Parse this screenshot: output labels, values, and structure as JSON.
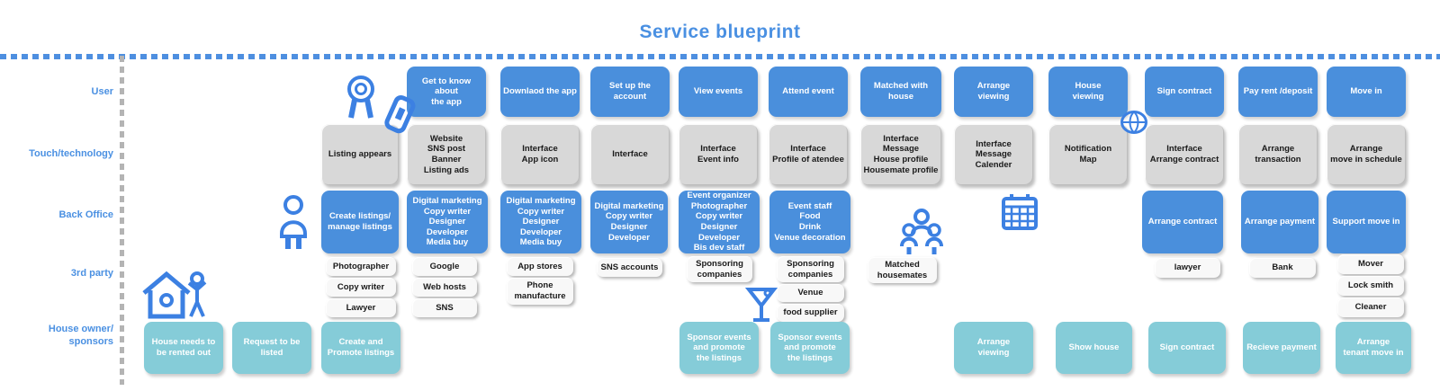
{
  "title": "Service blueprint",
  "lanes": {
    "user": "User",
    "touch": "Touch/technology",
    "back_office": "Back Office",
    "third_party": "3rd party",
    "house_owner": "House owner/\nsponsors"
  },
  "user_steps": {
    "get_to_know": "Get to know about\nthe app",
    "download": "Downlaod the app",
    "setup": "Set up the account",
    "view_events": "View events",
    "attend_event": "Attend event",
    "matched": "Matched with\nhouse",
    "arrange_viewing": "Arrange\nviewing",
    "house_viewing": "House\nviewing",
    "sign_contract": "Sign contract",
    "pay_rent": "Pay rent /deposit",
    "move_in": "Move in"
  },
  "touchpoints": {
    "listing_appears": "Listing appears",
    "website": "Website\nSNS post\nBanner\nListing ads",
    "interface_app_icon": "Interface\nApp icon",
    "interface": "Interface",
    "interface_event_info": "Interface\nEvent info",
    "interface_profile": "Interface\nProfile of atendee",
    "interface_message_house": "Interface\nMessage\nHouse profile\nHousemate profile",
    "interface_message_calender": "Interface\nMessage\nCalender",
    "notification_map": "Notification\nMap",
    "interface_arrange_contract": "Interface\nArrange contract",
    "arrange_transaction": "Arrange\ntransaction",
    "arrange_move_in": "Arrange\nmove in schedule"
  },
  "back_office": {
    "create_listings": "Create listings/\nmanage listings",
    "dm_media1": "Digital marketing\nCopy writer\nDesigner\nDeveloper\nMedia buy",
    "dm_media2": "Digital marketing\nCopy writer\nDesigner\nDeveloper\nMedia buy",
    "dm3": "Digital marketing\nCopy writer\nDesigner\nDeveloper",
    "event_org": "Event organizer\nPhotographer\nCopy writer\nDesigner\nDeveloper\nBis dev staff",
    "event_staff": "Event staff\nFood\nDrink\nVenue decoration",
    "arrange_contract": "Arrange contract",
    "arrange_payment": "Arrange payment",
    "support_move_in": "Support move in"
  },
  "third_party": {
    "photographer": "Photographer",
    "copy_writer": "Copy writer",
    "lawyer_cap": "Lawyer",
    "google": "Google",
    "web_hosts": "Web hosts",
    "sns": "SNS",
    "app_stores": "App stores",
    "phone_manufacture": "Phone\nmanufacture",
    "sns_accounts": "SNS accounts",
    "sponsoring1": "Sponsoring\ncompanies",
    "sponsoring2": "Sponsoring\ncompanies",
    "venue": "Venue",
    "food_supplier": "food supplier",
    "matched_housemates": "Matched\nhousemates",
    "lawyer": "lawyer",
    "bank": "Bank",
    "mover": "Mover",
    "lock_smith": "Lock smith",
    "cleaner": "Cleaner"
  },
  "house_owner": {
    "house_needs": "House needs to\nbe rented out",
    "request_listed": "Request to be\nlisted",
    "create_promote": "Create and\nPromote listings",
    "sponsor1": "Sponsor events\nand promote\nthe listings",
    "sponsor2": "Sponsor events\nand promote\nthe listings",
    "arrange_viewing": "Arrange\nviewing",
    "show_house": "Show house",
    "sign_contract": "Sign contract",
    "recieve_payment": "Recieve payment",
    "arrange_tenant": "Arrange\ntenant move in"
  },
  "icons": {
    "award": "award-medal",
    "phone": "smartphone",
    "person": "person",
    "house_person": "house-with-person",
    "cocktail": "cocktail-glass",
    "group": "people-group",
    "calendar": "calendar",
    "globe": "globe"
  },
  "colors": {
    "step_blue": "#4a8fdc",
    "touchpoint_gray": "#d8d8d8",
    "owner_teal": "#85ccd8",
    "accent_text": "#4a90e2",
    "divider_gray": "#b4b4b4"
  }
}
